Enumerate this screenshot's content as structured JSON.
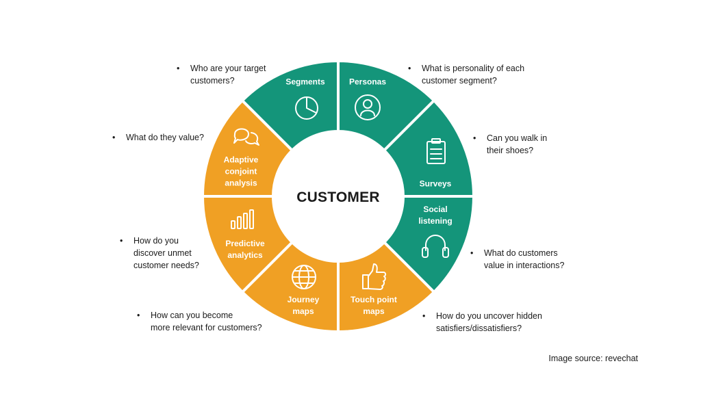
{
  "center_label": "CUSTOMER",
  "colors": {
    "green": "#14957a",
    "orange": "#f0a024",
    "ring_gap": "#ffffff"
  },
  "segments": [
    {
      "label": "Segments",
      "icon": "pie-chart-icon",
      "color": "green"
    },
    {
      "label": "Personas",
      "icon": "person-icon",
      "color": "green"
    },
    {
      "label": "Surveys",
      "icon": "clipboard-icon",
      "color": "green"
    },
    {
      "label": "Social\nlistening",
      "icon": "headphones-icon",
      "color": "orange"
    },
    {
      "label": "Touch point\nmaps",
      "icon": "thumbs-up-icon",
      "color": "orange"
    },
    {
      "label": "Journey\nmaps",
      "icon": "globe-icon",
      "color": "orange"
    },
    {
      "label": "Predictive\nanalytics",
      "icon": "bar-chart-icon",
      "color": "orange"
    },
    {
      "label": "Adaptive\nconjoint\nanalysis",
      "icon": "chat-bubbles-icon",
      "color": "green"
    }
  ],
  "questions": [
    {
      "text": "Who are your target\ncustomers?"
    },
    {
      "text": "What is personality of each\ncustomer segment?"
    },
    {
      "text": "What do they value?"
    },
    {
      "text": "Can you walk in\ntheir shoes?"
    },
    {
      "text": "How do you\ndiscover unmet\ncustomer needs?"
    },
    {
      "text": "What do customers\nvalue in interactions?"
    },
    {
      "text": "How can you become\nmore relevant for customers?"
    },
    {
      "text": "How do you uncover hidden\nsatisfiers/dissatisfiers?"
    }
  ],
  "bullet": "•",
  "source_note": "Image source: revechat"
}
